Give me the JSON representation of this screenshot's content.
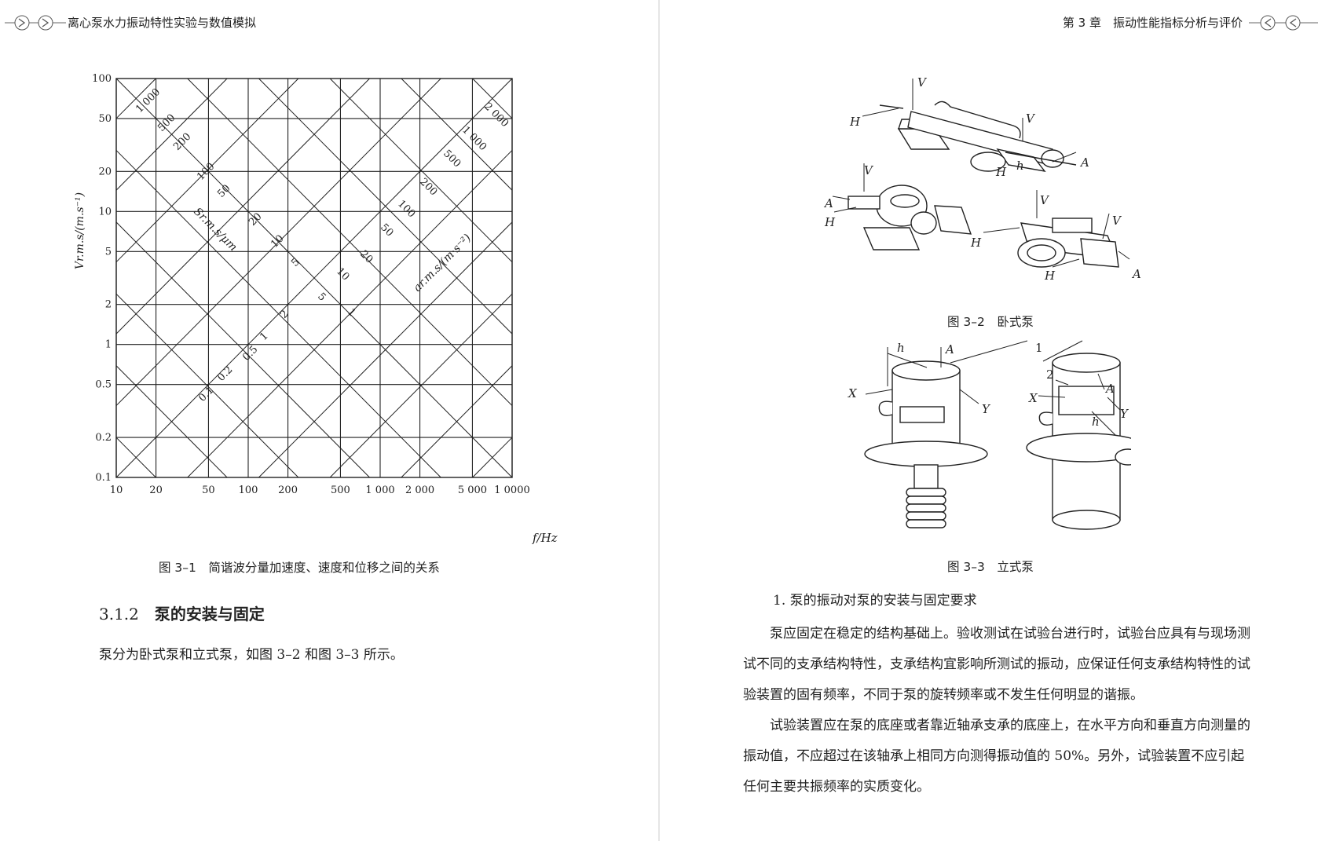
{
  "header": {
    "left_title": "离心泵水力振动特性实验与数值模拟",
    "right_title": "第 3 章　振动性能指标分析与评价"
  },
  "chart_data": {
    "type": "nomograph",
    "title": "图 3–1　简谐波分量加速度、速度和位移之间的关系",
    "xlabel": "f/Hz",
    "ylabel": "Vr.m.s/(m.s⁻¹)",
    "x_scale": "log",
    "y_scale": "log",
    "xlim": [
      10,
      10000
    ],
    "ylim": [
      0.1,
      100
    ],
    "x_ticks": [
      "10",
      "20",
      "50",
      "100",
      "200",
      "500",
      "1 000",
      "2 000",
      "5 000",
      "1 0000"
    ],
    "x_tick_values": [
      10,
      20,
      50,
      100,
      200,
      500,
      1000,
      2000,
      5000,
      10000
    ],
    "y_ticks": [
      "0.1",
      "0.2",
      "0.5",
      "1",
      "2",
      "5",
      "10",
      "20",
      "50",
      "100"
    ],
    "y_tick_values": [
      0.1,
      0.2,
      0.5,
      1,
      2,
      5,
      10,
      20,
      50,
      100
    ],
    "displacement_label": "Sr.m.s/μm",
    "displacement_values": [
      "1 000",
      "500",
      "200",
      "100",
      "50",
      "20",
      "10",
      "5",
      "2",
      "1",
      "0.5",
      "0.2",
      "0.1"
    ],
    "acceleration_label": "ar.m.s/(m·s⁻²)",
    "acceleration_values": [
      "2 000",
      "1 000",
      "500",
      "200",
      "100",
      "50",
      "20",
      "10",
      "5",
      "1"
    ],
    "grid": true
  },
  "left": {
    "section_number": "3.1.2",
    "section_title": "泵的安装与固定",
    "paragraph": "泵分为卧式泵和立式泵，如图 3–2 和图 3–3 所示。"
  },
  "right": {
    "fig2_caption": "图 3–2　卧式泵",
    "fig3_caption": "图 3–3　立式泵",
    "fig2_labels": [
      "V",
      "H",
      "V",
      "A",
      "H",
      "h",
      "V",
      "A",
      "H",
      "V",
      "H",
      "V",
      "H",
      "A"
    ],
    "fig3_labels": [
      "h",
      "A",
      "1",
      "X",
      "Y",
      "2",
      "A",
      "X",
      "Y",
      "h"
    ],
    "subheading": "1. 泵的振动对泵的安装与固定要求",
    "paragraphs": [
      "泵应固定在稳定的结构基础上。验收测试在试验台进行时，试验台应具有与现场测试不同的支承结构特性，支承结构宜影响所测试的振动，应保证任何支承结构特性的试验装置的固有频率，不同于泵的旋转频率或不发生任何明显的谐振。",
      "试验装置应在泵的底座或者靠近轴承支承的底座上，在水平方向和垂直方向测量的振动值，不应超过在该轴承上相同方向测得振动值的 50%。另外，试验装置不应引起任何主要共振频率的实质变化。"
    ]
  }
}
